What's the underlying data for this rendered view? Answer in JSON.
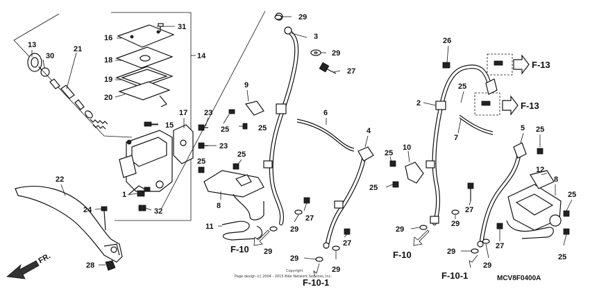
{
  "callouts": [
    {
      "id": "c13",
      "text": "13"
    },
    {
      "id": "c30",
      "text": "30"
    },
    {
      "id": "c21",
      "text": "21"
    },
    {
      "id": "c16",
      "text": "16"
    },
    {
      "id": "c31",
      "text": "31"
    },
    {
      "id": "c14",
      "text": "14"
    },
    {
      "id": "c18",
      "text": "18"
    },
    {
      "id": "c19",
      "text": "19"
    },
    {
      "id": "c20",
      "text": "20"
    },
    {
      "id": "c17",
      "text": "17"
    },
    {
      "id": "c15",
      "text": "15"
    },
    {
      "id": "c23a",
      "text": "23"
    },
    {
      "id": "c23b",
      "text": "23"
    },
    {
      "id": "c25a",
      "text": "25"
    },
    {
      "id": "c1",
      "text": "1"
    },
    {
      "id": "c32",
      "text": "32"
    },
    {
      "id": "c22",
      "text": "22"
    },
    {
      "id": "c24",
      "text": "24"
    },
    {
      "id": "c28",
      "text": "28"
    },
    {
      "id": "c29a",
      "text": "29"
    },
    {
      "id": "c3",
      "text": "3"
    },
    {
      "id": "c29b",
      "text": "29"
    },
    {
      "id": "c27a",
      "text": "27"
    },
    {
      "id": "c9",
      "text": "9"
    },
    {
      "id": "c25b",
      "text": "25"
    },
    {
      "id": "c25c",
      "text": "25"
    },
    {
      "id": "c6",
      "text": "6"
    },
    {
      "id": "c25d",
      "text": "25"
    },
    {
      "id": "c8a",
      "text": "8"
    },
    {
      "id": "c11",
      "text": "11"
    },
    {
      "id": "c29c",
      "text": "29"
    },
    {
      "id": "c27b",
      "text": "27"
    },
    {
      "id": "c29d",
      "text": "29"
    },
    {
      "id": "c4",
      "text": "4"
    },
    {
      "id": "c27c",
      "text": "27"
    },
    {
      "id": "c29e",
      "text": "29"
    },
    {
      "id": "c29f",
      "text": "29"
    },
    {
      "id": "c26",
      "text": "26"
    },
    {
      "id": "c2",
      "text": "2"
    },
    {
      "id": "c25e",
      "text": "25"
    },
    {
      "id": "c7",
      "text": "7"
    },
    {
      "id": "c10",
      "text": "10"
    },
    {
      "id": "c25f",
      "text": "25"
    },
    {
      "id": "c25g",
      "text": "25"
    },
    {
      "id": "c27d",
      "text": "27"
    },
    {
      "id": "c29g",
      "text": "29"
    },
    {
      "id": "c29h",
      "text": "29"
    },
    {
      "id": "c5",
      "text": "5"
    },
    {
      "id": "c25h",
      "text": "25"
    },
    {
      "id": "c12",
      "text": "12"
    },
    {
      "id": "c8b",
      "text": "8"
    },
    {
      "id": "c25i",
      "text": "25"
    },
    {
      "id": "c27e",
      "text": "27"
    },
    {
      "id": "c29i",
      "text": "29"
    },
    {
      "id": "c29j",
      "text": "29"
    },
    {
      "id": "c25j",
      "text": "25"
    }
  ],
  "references": {
    "f10_left": "F-10",
    "f10_1_center": "F-10-1",
    "f10_right": "F-10",
    "f10_1_right": "F-10-1",
    "f13_top": "F-13",
    "f13_bottom": "F-13",
    "front_arrow": "FR."
  },
  "diagram_code": "MCV8F0400A",
  "copyright_line1": "Copyright",
  "copyright_line2": "Page design (c) 2004 - 2015 Bike Network Services, Inc."
}
